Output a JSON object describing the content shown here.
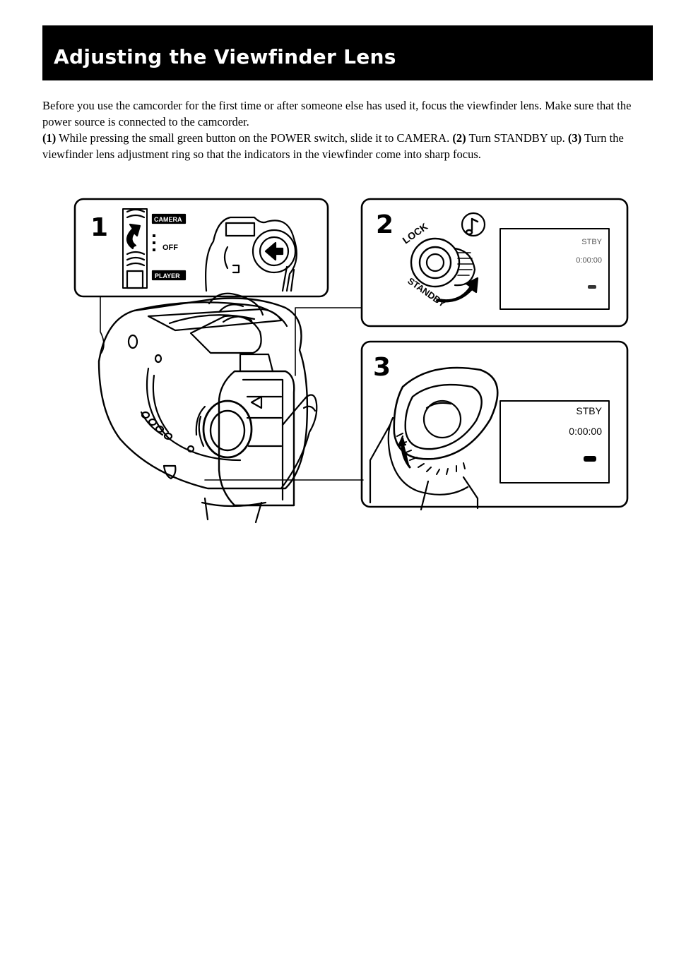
{
  "title": "Adjusting the Viewfinder Lens",
  "intro": "Before you use the camcorder for the first time or after someone else has used it, focus the viewfinder lens. Make sure that the power source is connected to the camcorder.",
  "steps": [
    {
      "num": "(1)",
      "text": "While pressing the small green button on the POWER switch, slide it to CAMERA."
    },
    {
      "num": "(2)",
      "text": "Turn STANDBY up."
    },
    {
      "num": "(3)",
      "text": "Turn the viewfinder lens adjustment ring so that the indicators in the viewfinder come into sharp focus."
    }
  ],
  "figure": {
    "panel1": {
      "number": "1",
      "label_camera": "CAMERA",
      "label_off": "OFF",
      "label_player": "PLAYER"
    },
    "panel2": {
      "number": "2",
      "label_lock": "LOCK",
      "label_standby": "STANDBY",
      "vf_blurred_status": "STBY",
      "vf_blurred_time": "0:00:00"
    },
    "panel3": {
      "number": "3",
      "vf_status": "STBY",
      "vf_time": "0:00:00"
    }
  }
}
